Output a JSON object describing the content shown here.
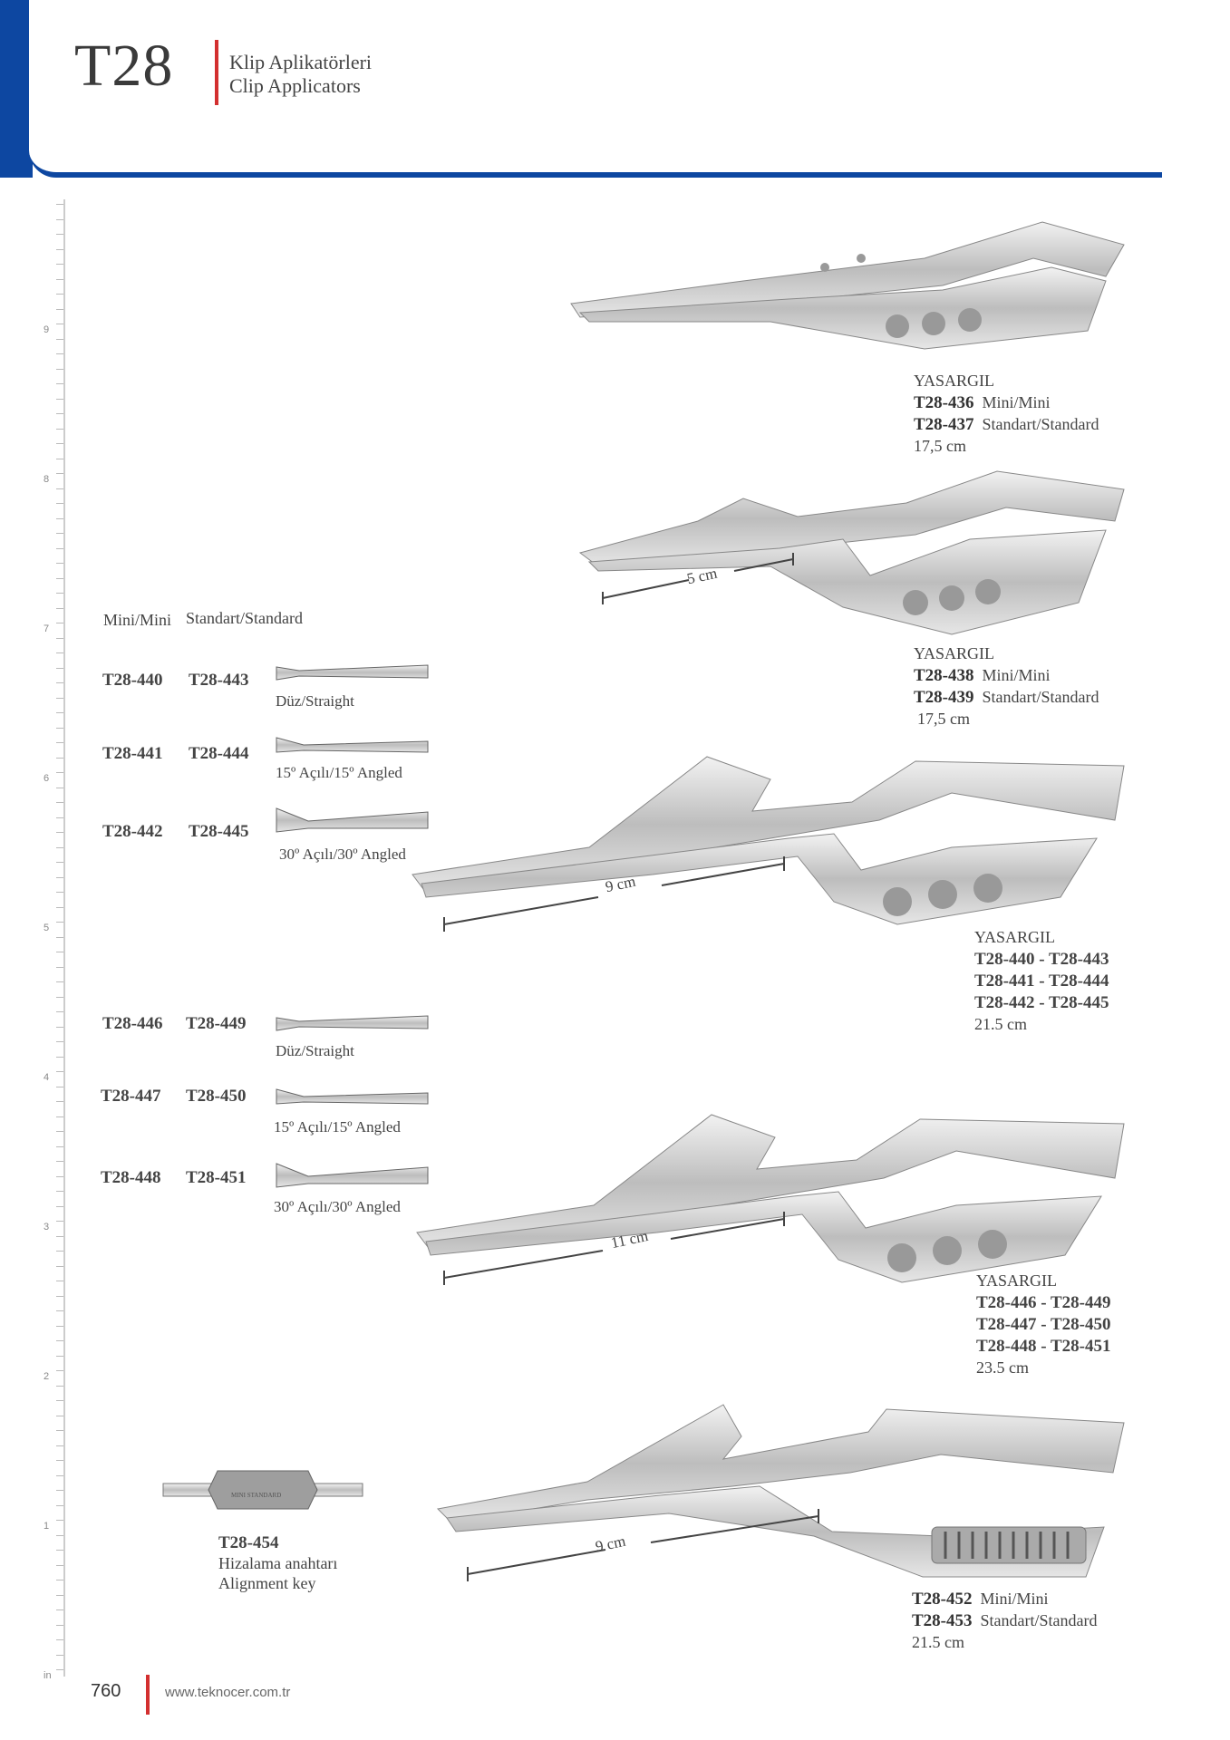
{
  "header": {
    "code": "T28",
    "title_tr": "Klip Aplikatörleri",
    "title_en": "Clip Applicators"
  },
  "ruler": {
    "numbers": [
      "9",
      "8",
      "7",
      "6",
      "5",
      "4",
      "3",
      "2",
      "1"
    ],
    "unit": "in"
  },
  "products": [
    {
      "name": "YASARGIL",
      "lines": [
        {
          "code": "T28-436",
          "desc": "Mini/Mini"
        },
        {
          "code": "T28-437",
          "desc": "Standart/Standard"
        }
      ],
      "size": "17,5 cm"
    },
    {
      "name": "YASARGIL",
      "lines": [
        {
          "code": "T28-438",
          "desc": "Mini/Mini"
        },
        {
          "code": "T28-439",
          "desc": "Standart/Standard"
        }
      ],
      "size": "17,5 cm",
      "measure": "5 cm"
    },
    {
      "name": "YASARGIL",
      "lines": [
        {
          "code": "T28-440 - T28-443"
        },
        {
          "code": "T28-441 - T28-444"
        },
        {
          "code": "T28-442 - T28-445"
        }
      ],
      "size": "21.5 cm",
      "measure": "9 cm"
    },
    {
      "name": "YASARGIL",
      "lines": [
        {
          "code": "T28-446 - T28-449"
        },
        {
          "code": "T28-447 - T28-450"
        },
        {
          "code": "T28-448 - T28-451"
        }
      ],
      "size": "23.5 cm",
      "measure": "11 cm"
    },
    {
      "lines": [
        {
          "code": "T28-452",
          "desc": "Mini/Mini"
        },
        {
          "code": "T28-453",
          "desc": "Standart/Standard"
        }
      ],
      "size": "21.5 cm",
      "measure": "9 cm"
    }
  ],
  "tips_table": {
    "col_mini": "Mini/Mini",
    "col_standard": "Standart/Standard",
    "group1": [
      {
        "mini": "T28-440",
        "standard": "T28-443",
        "tip": "Düz/Straight"
      },
      {
        "mini": "T28-441",
        "standard": "T28-444",
        "tip": "15º Açılı/15º Angled"
      },
      {
        "mini": "T28-442",
        "standard": "T28-445",
        "tip": "30º Açılı/30º Angled"
      }
    ],
    "group2": [
      {
        "mini": "T28-446",
        "standard": "T28-449",
        "tip": "Düz/Straight"
      },
      {
        "mini": "T28-447",
        "standard": "T28-450",
        "tip": "15º Açılı/15º Angled"
      },
      {
        "mini": "T28-448",
        "standard": "T28-451",
        "tip": "30º Açılı/30º Angled"
      }
    ]
  },
  "alignment_key": {
    "code": "T28-454",
    "name_tr": "Hizalama anahtarı",
    "name_en": "Alignment key",
    "engraving": "MINI STANDARD"
  },
  "footer": {
    "page_number": "760",
    "url": "www.teknocer.com.tr"
  }
}
